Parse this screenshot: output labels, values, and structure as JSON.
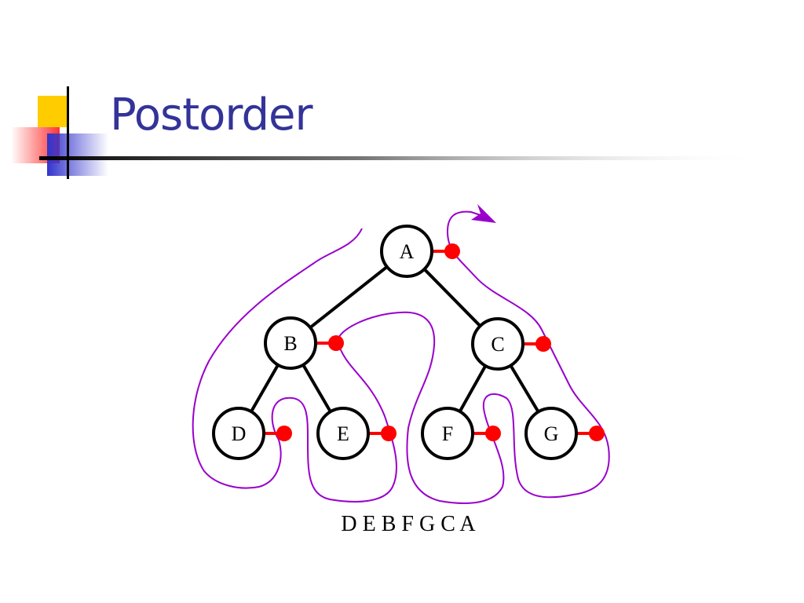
{
  "slide": {
    "title": "Postorder",
    "traversal_result": "D E B F G C A"
  },
  "tree": {
    "nodes": [
      {
        "id": "A",
        "label": "A"
      },
      {
        "id": "B",
        "label": "B"
      },
      {
        "id": "C",
        "label": "C"
      },
      {
        "id": "D",
        "label": "D"
      },
      {
        "id": "E",
        "label": "E"
      },
      {
        "id": "F",
        "label": "F"
      },
      {
        "id": "G",
        "label": "G"
      }
    ],
    "edges": [
      [
        "A",
        "B"
      ],
      [
        "A",
        "C"
      ],
      [
        "B",
        "D"
      ],
      [
        "B",
        "E"
      ],
      [
        "C",
        "F"
      ],
      [
        "C",
        "G"
      ]
    ]
  },
  "colors": {
    "title": "#333399",
    "path": "#9900cc",
    "marker": "#ff0000",
    "node_stroke": "#000000",
    "accent_yellow": "#ffcc00",
    "accent_red": "#ff3333",
    "accent_blue": "#3333cc"
  },
  "icons": [
    "tour-arrow-icon",
    "visit-marker-icon"
  ]
}
